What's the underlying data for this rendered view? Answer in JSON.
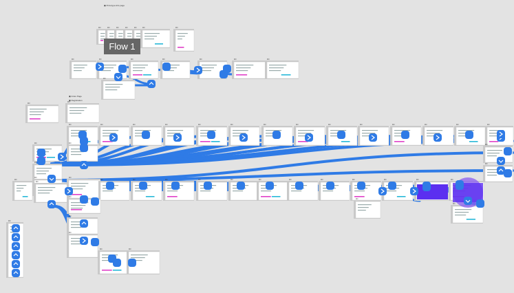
{
  "canvas": {
    "page_label_top": "▣ Prototype Arts page",
    "section_label": "▣ Index Page",
    "section_label_2": "▣ Registration"
  },
  "flow_badge": {
    "label": "Flow 1"
  },
  "frame_header_label": "•••",
  "colors": {
    "canvas_bg": "#e3e3e3",
    "connector": "#2f7be6",
    "frame_bg": "#ffffff",
    "frame_shadow": "#c9c9c9",
    "selection_purple": "#5b2ff0",
    "selection_violet": "#8a5cf0",
    "accent_magenta": "#e040c8",
    "accent_cyan": "#27b8d8"
  }
}
